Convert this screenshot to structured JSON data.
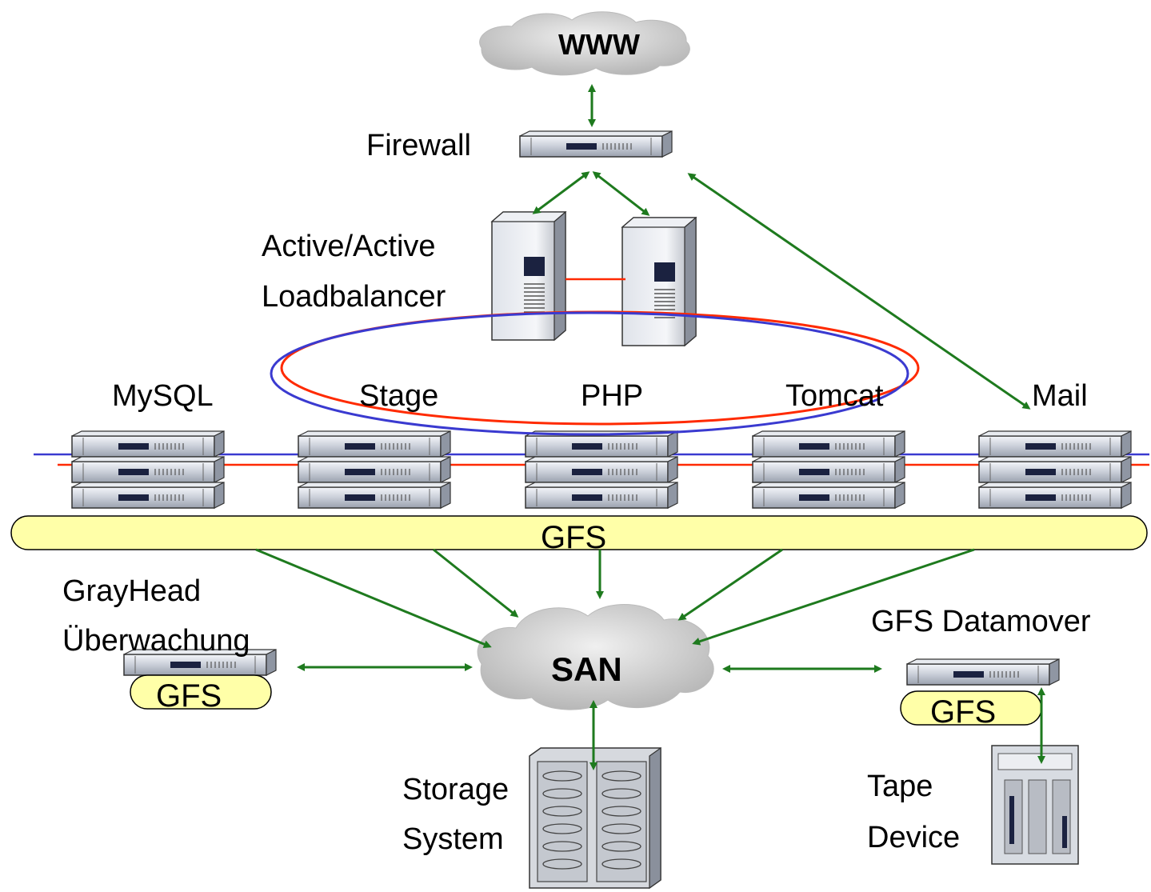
{
  "diagram": {
    "labels": {
      "www": "WWW",
      "firewall": "Firewall",
      "loadbalancer_line1": "Active/Active",
      "loadbalancer_line2": "Loadbalancer",
      "mysql": "MySQL",
      "stage": "Stage",
      "php": "PHP",
      "tomcat": "Tomcat",
      "mail": "Mail",
      "gfs_bus": "GFS",
      "grayhead_line1": "GrayHead",
      "grayhead_line2": "Überwachung",
      "gfs_grayhead": "GFS",
      "san": "SAN",
      "datamover": "GFS Datamover",
      "gfs_datamover": "GFS",
      "storage_line1": "Storage",
      "storage_line2": "System",
      "tape_line1": "Tape",
      "tape_line2": "Device"
    },
    "colors": {
      "arrow": "#1e7a1e",
      "ring_red": "#ff2a00",
      "ring_blue": "#3a3ad0",
      "gfs_fill": "#ffffa8",
      "cloud": "#c8c8c8"
    }
  }
}
